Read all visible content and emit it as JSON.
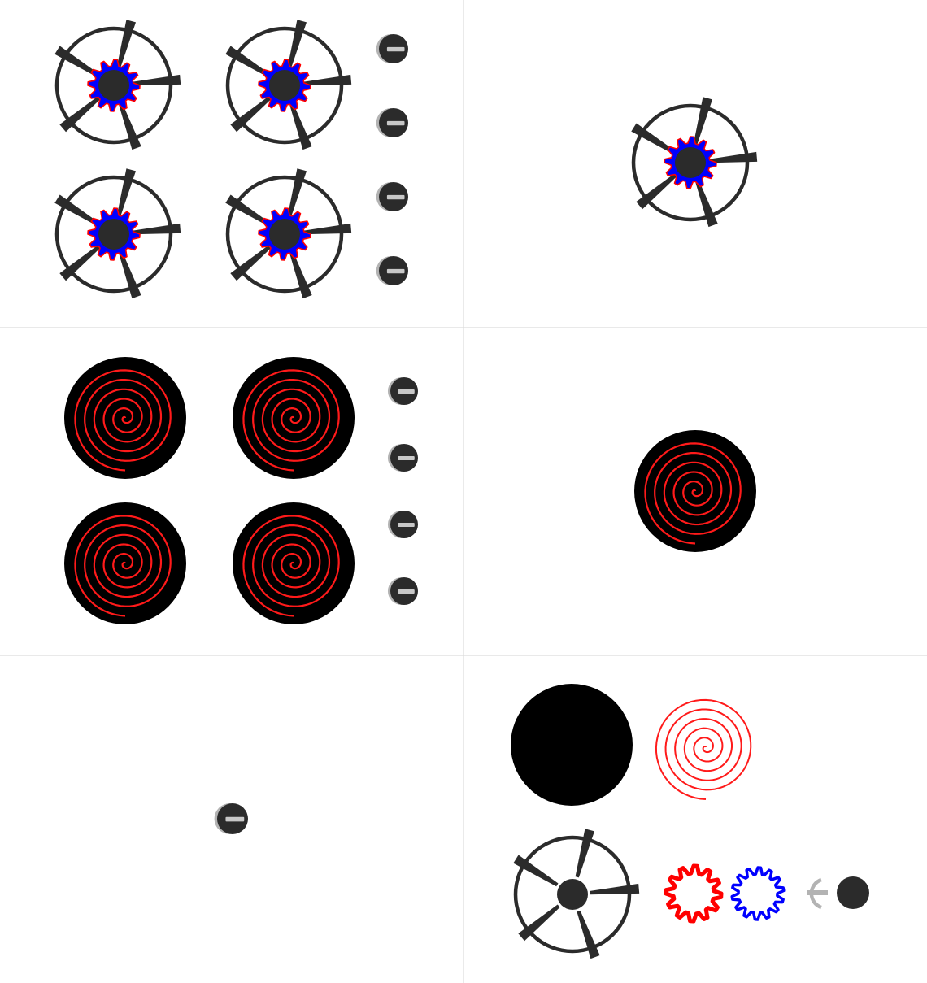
{
  "colors": {
    "background": "#ffffff",
    "panel_border": "#dcdcdc",
    "grate": "#2b2b2b",
    "burner_cap": "#2b2b2b",
    "flame_outer": "#ff0000",
    "flame_inner": "#0000ff",
    "knob_body": "#2b2b2b",
    "knob_shadow": "#b3b3b3",
    "knob_indicator": "#c8c8c8",
    "hotplate": "#000000",
    "coil": "#ff1a1a"
  },
  "panels": [
    {
      "name": "gas-cooktop-four-burners",
      "kind": "gas_cooktop"
    },
    {
      "name": "gas-burner-single",
      "kind": "gas_single"
    },
    {
      "name": "electric-cooktop-four-plates",
      "kind": "electric_cooktop"
    },
    {
      "name": "electric-plate-single",
      "kind": "electric_single"
    },
    {
      "name": "control-knob-single",
      "kind": "knob_single"
    },
    {
      "name": "component-parts",
      "kind": "parts"
    }
  ],
  "icons": [
    "gas-burner-icon",
    "burner-grate-icon",
    "flame-ring-icon",
    "control-knob-icon",
    "hotplate-icon",
    "heating-coil-icon",
    "burner-cap-icon",
    "knob-indicator-icon"
  ]
}
